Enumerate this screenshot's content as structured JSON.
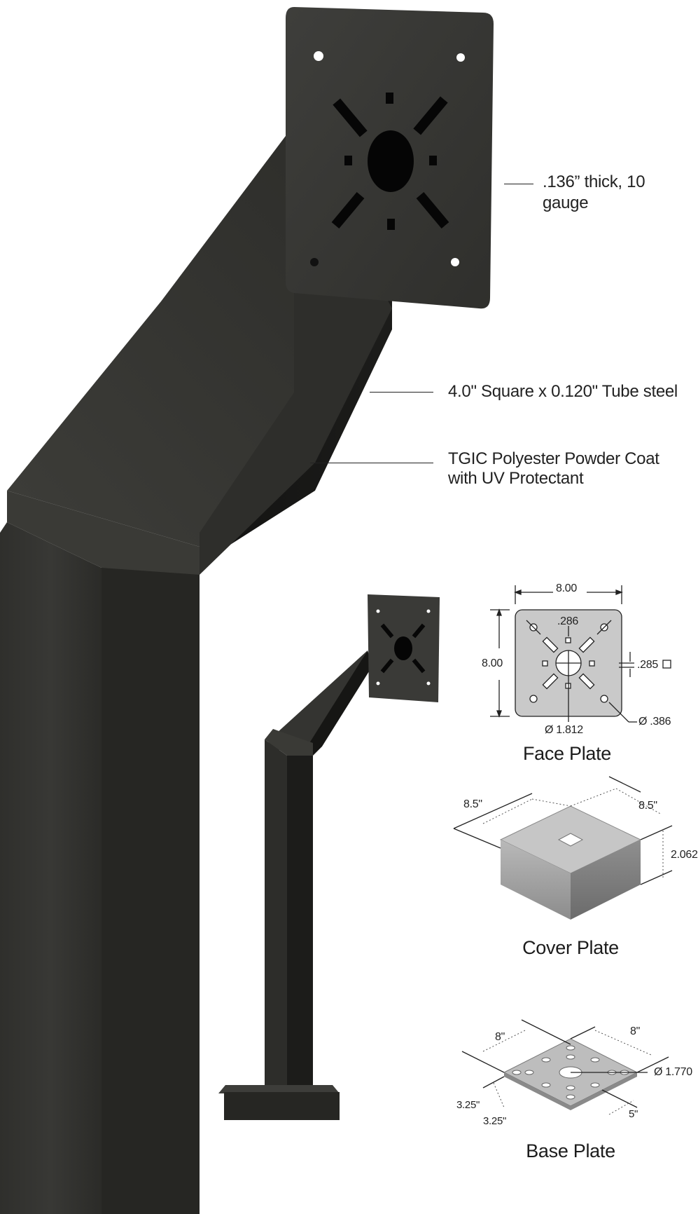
{
  "image_title": "",
  "callouts": {
    "plate_thickness": ".136” thick, 10 gauge",
    "tube": "4.0\" Square x 0.120\" Tube steel",
    "coat_line1": "TGIC Polyester Powder Coat",
    "coat_line2": "with UV Protectant"
  },
  "face_plate": {
    "caption": "Face Plate",
    "width_dim": "8.00",
    "height_dim": "8.00",
    "slot_dim": ".286",
    "square_dim": ".285",
    "center_hole": "Ø 1.812",
    "corner_hole": "Ø .386"
  },
  "cover_plate": {
    "caption": "Cover Plate",
    "dim_left": "8.5\"",
    "dim_right": "8.5\"",
    "dim_height": "2.062"
  },
  "base_plate": {
    "caption": "Base Plate",
    "dim_left": "8\"",
    "dim_right": "8\"",
    "hole_dim": "Ø 1.770",
    "spacing_a": "3.25\"",
    "spacing_b": "3.25\"",
    "spacing_c": "5\""
  },
  "colors": {
    "post": "#2a2a27",
    "plate_fill": "#c9c9c9",
    "line": "#222222"
  }
}
